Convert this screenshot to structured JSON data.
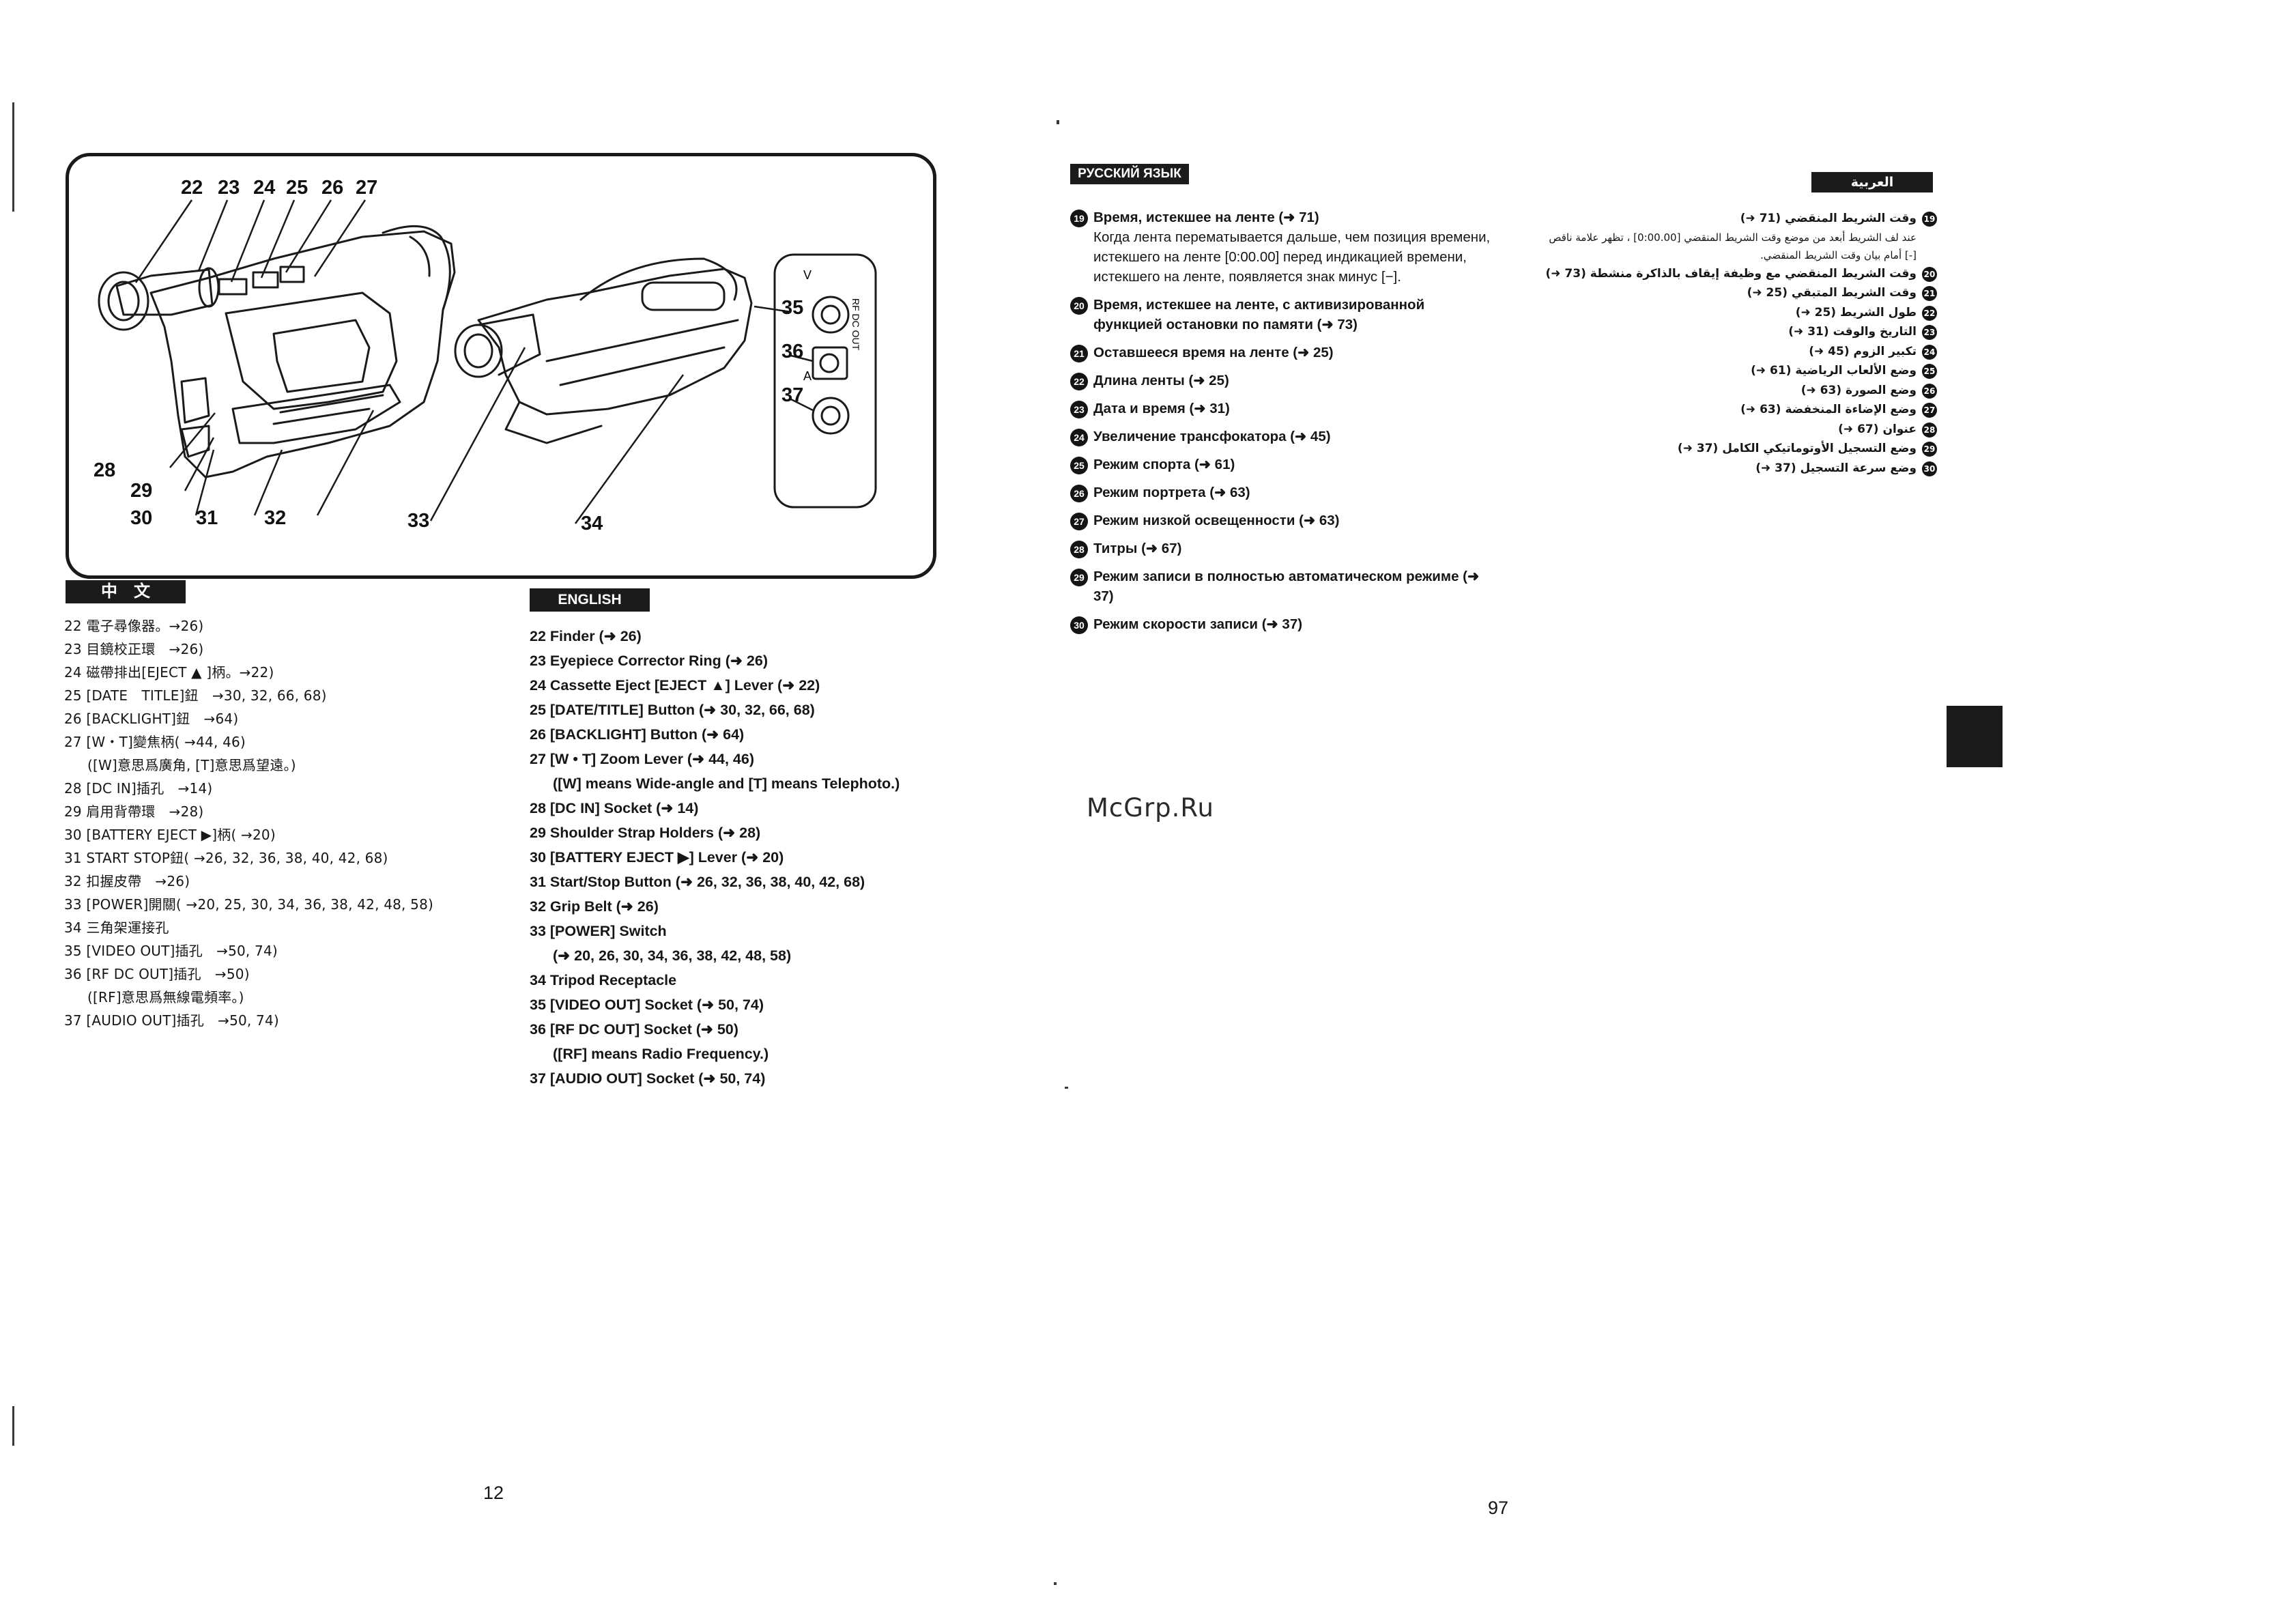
{
  "diagram": {
    "callouts": [
      "22",
      "23",
      "24",
      "25",
      "26",
      "27",
      "28",
      "29",
      "30",
      "31",
      "32",
      "33",
      "34",
      "35",
      "36",
      "37"
    ],
    "jack_labels": {
      "video": "V",
      "rf": "RF DC OUT",
      "audio": "A"
    }
  },
  "chinese": {
    "banner": "中　文",
    "items": [
      "22 電子尋像器。→26)",
      "23 目鏡校正環　→26)",
      "24 磁帶排出[EJECT ▲ ]柄。→22)",
      "25 [DATE　TITLE]鈕　→30, 32, 66, 68)",
      "26 [BACKLIGHT]鈕　→64)",
      "27 [W・T]變焦柄( →44, 46)",
      "([W]意思爲廣角, [T]意思爲望遠。)",
      "28 [DC IN]插孔　→14)",
      "29 肩用背帶環　→28)",
      "30 [BATTERY EJECT ▶]柄( →20)",
      "31 START STOP鈕( →26, 32, 36, 38, 40, 42, 68)",
      "32 扣握皮帶　→26)",
      "33 [POWER]開關( →20, 25, 30, 34, 36, 38, 42, 48, 58)",
      "34 三角架運接孔",
      "35 [VIDEO OUT]插孔　→50, 74)",
      "36 [RF DC OUT]插孔　→50)",
      "([RF]意思爲無線電頻率。)",
      "37 [AUDIO OUT]插孔　→50, 74)"
    ]
  },
  "english": {
    "banner": "ENGLISH",
    "items": [
      "22 Finder (➜ 26)",
      "23 Eyepiece Corrector Ring (➜ 26)",
      "24 Cassette Eject [EJECT ▲] Lever (➜ 22)",
      "25 [DATE/TITLE] Button (➜ 30, 32, 66, 68)",
      "26 [BACKLIGHT] Button (➜ 64)",
      "27 [W • T] Zoom Lever (➜ 44, 46)",
      "([W] means Wide-angle and [T] means Telephoto.)",
      "28 [DC IN] Socket (➜ 14)",
      "29 Shoulder Strap Holders (➜ 28)",
      "30 [BATTERY EJECT ▶] Lever (➜ 20)",
      "31 Start/Stop Button (➜ 26, 32, 36, 38, 40, 42, 68)",
      "32 Grip Belt (➜ 26)",
      "33 [POWER] Switch",
      "(➜ 20, 26, 30, 34, 36, 38, 42, 48, 58)",
      "34 Tripod Receptacle",
      "35 [VIDEO OUT] Socket (➜ 50, 74)",
      "36 [RF DC OUT] Socket (➜ 50)",
      "([RF] means Radio Frequency.)",
      "37 [AUDIO OUT] Socket (➜ 50, 74)"
    ]
  },
  "russian": {
    "banner": "РУССКИЙ ЯЗЫК",
    "items": [
      {
        "num": "19",
        "title": "Время, истекшее на ленте (➜ 71)",
        "desc": "Когда лента перематывается дальше, чем позиция времени, истекшего на ленте [0:00.00] перед индикацией времени, истекшего на ленте, появляется знак минус [−]."
      },
      {
        "num": "20",
        "title": "Время, истекшее на ленте, с активизированной функцией остановки по памяти (➜ 73)",
        "desc": ""
      },
      {
        "num": "21",
        "title": "Оставшееся время на ленте (➜ 25)",
        "desc": ""
      },
      {
        "num": "22",
        "title": "Длина ленты (➜ 25)",
        "desc": ""
      },
      {
        "num": "23",
        "title": "Дата и время (➜ 31)",
        "desc": ""
      },
      {
        "num": "24",
        "title": "Увеличение трансфокатора (➜ 45)",
        "desc": ""
      },
      {
        "num": "25",
        "title": "Режим спорта (➜ 61)",
        "desc": ""
      },
      {
        "num": "26",
        "title": "Режим портрета (➜ 63)",
        "desc": ""
      },
      {
        "num": "27",
        "title": "Режим низкой освещенности (➜ 63)",
        "desc": ""
      },
      {
        "num": "28",
        "title": "Титры (➜ 67)",
        "desc": ""
      },
      {
        "num": "29",
        "title": "Режим записи в полностью автоматическом режиме (➜ 37)",
        "desc": ""
      },
      {
        "num": "30",
        "title": "Режим скорости записи (➜ 37)",
        "desc": ""
      }
    ]
  },
  "arabic": {
    "banner": "العربية",
    "items": [
      {
        "num": "19",
        "title": "وقت الشريط المنقضي (71 ➜)",
        "desc": "عند لف الشريط أبعد من موضع وقت الشريط المنقضي [0:00.00] ، تظهر علامة ناقص [-] أمام بيان وقت الشريط المنقضي."
      },
      {
        "num": "20",
        "title": "وقت الشريط المنقضي مع وظيفة إيقاف بالذاكرة منشطة (73 ➜)",
        "desc": ""
      },
      {
        "num": "21",
        "title": "وقت الشريط المتبقي (25 ➜)",
        "desc": ""
      },
      {
        "num": "22",
        "title": "طول الشريط (25 ➜)",
        "desc": ""
      },
      {
        "num": "23",
        "title": "التاريخ والوقت (31 ➜)",
        "desc": ""
      },
      {
        "num": "24",
        "title": "تكبير الزوم (45 ➜)",
        "desc": ""
      },
      {
        "num": "25",
        "title": "وضع الألعاب الرياضية (61 ➜)",
        "desc": ""
      },
      {
        "num": "26",
        "title": "وضع الصورة (63 ➜)",
        "desc": ""
      },
      {
        "num": "27",
        "title": "وضع الإضاءة المنخفضة (63 ➜)",
        "desc": ""
      },
      {
        "num": "28",
        "title": "عنوان (67 ➜)",
        "desc": ""
      },
      {
        "num": "29",
        "title": "وضع التسجيل الأوتوماتيكي الكامل (37 ➜)",
        "desc": ""
      },
      {
        "num": "30",
        "title": "وضع سرعة التسجيل (37 ➜)",
        "desc": ""
      }
    ]
  },
  "page_numbers": {
    "left": "12",
    "right": "97"
  },
  "watermark": "McGrp.Ru"
}
